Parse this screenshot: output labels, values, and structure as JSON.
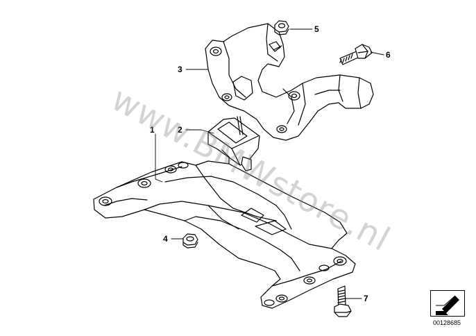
{
  "callouts": {
    "c1": "1",
    "c2": "2",
    "c3": "3",
    "c4": "4",
    "c5": "5",
    "c6": "6",
    "c7": "7"
  },
  "watermark": "www.BMWstore.nl",
  "catalog_number": "00128685",
  "colors": {
    "line": "#000000",
    "fill": "#ffffff",
    "watermark": "#828282"
  },
  "icons": {
    "reference": "arrow-box-icon"
  }
}
